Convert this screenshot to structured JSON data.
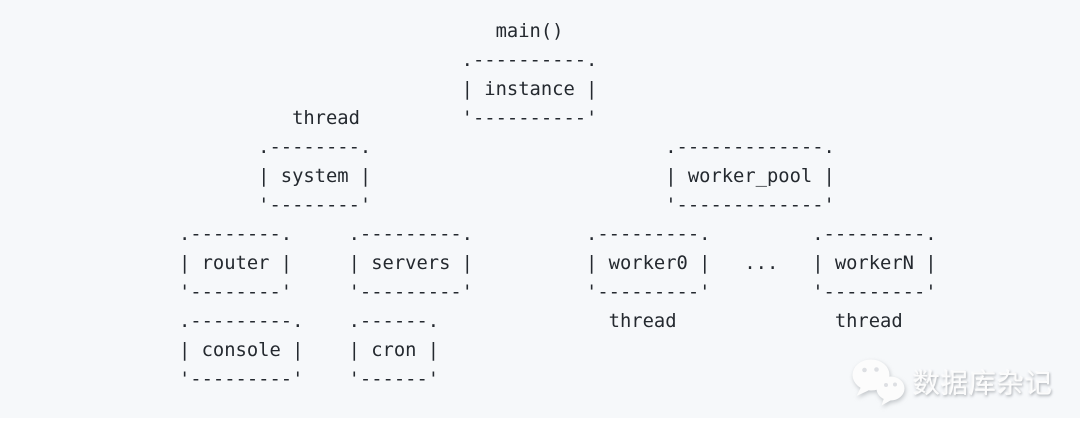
{
  "diagram": {
    "lines": [
      "                            main()",
      "                         .----------.",
      "                         | instance |",
      "          thread         '----------'",
      "       .--------.                          .-------------.",
      "       | system |                          | worker_pool |",
      "       '--------'                          '-------------'",
      ".--------.     .---------.          .---------.         .---------.",
      "| router |     | servers |          | worker0 |   ...   | workerN |",
      "'--------'     '---------'          '---------'         '---------'",
      ".---------.    .------.               thread              thread",
      "| console |    | cron |",
      "'---------'    '------'"
    ],
    "nodes": {
      "title": "main()",
      "boxes": [
        "instance",
        "system",
        "worker_pool",
        "router",
        "servers",
        "worker0",
        "workerN",
        "console",
        "cron"
      ],
      "thread_label": "thread",
      "ellipsis": "..."
    }
  },
  "watermark": {
    "icon": "wechat-icon",
    "text": "数据库杂记"
  },
  "colors": {
    "code_block_background": "#f6f8fa",
    "page_background": "#ffffff",
    "diagram_text": "#24292f",
    "watermark_text": "#fcfcfc"
  }
}
